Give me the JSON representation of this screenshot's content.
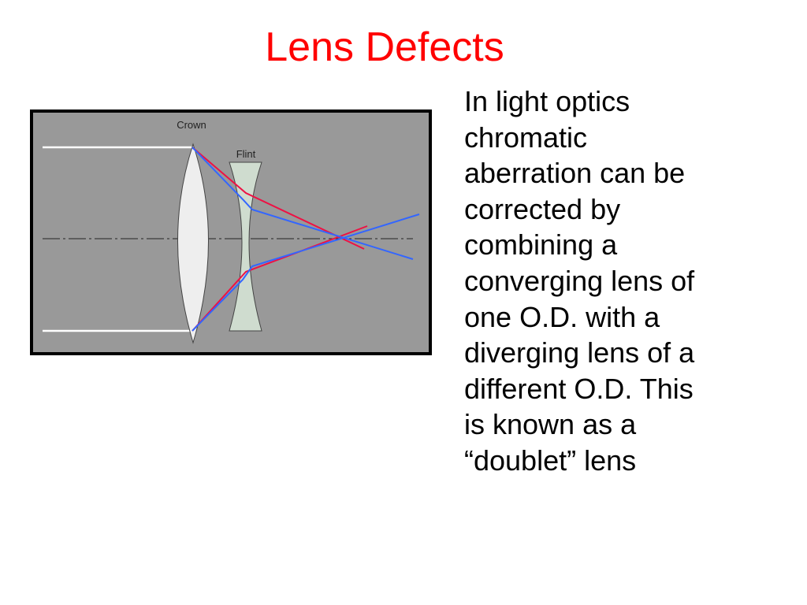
{
  "slide": {
    "title": "Lens Defects",
    "body_lines": [
      "In light optics",
      "chromatic",
      "aberration can be",
      "corrected by",
      "combining a",
      "converging lens of",
      "one O.D. with a",
      "diverging lens of a",
      "different O.D. This",
      "is known as a",
      "“doublet” lens"
    ]
  },
  "diagram": {
    "labels": {
      "crown": "Crown",
      "flint": "Flint"
    },
    "colors": {
      "background": "#999999",
      "frame": "#000000",
      "incoming_rays": "#ffffff",
      "red_ray": "#ee1144",
      "blue_ray": "#3366ff",
      "crown_lens": "#eeeeee",
      "flint_lens": "#cfdccf",
      "optical_axis": "#222222"
    }
  }
}
